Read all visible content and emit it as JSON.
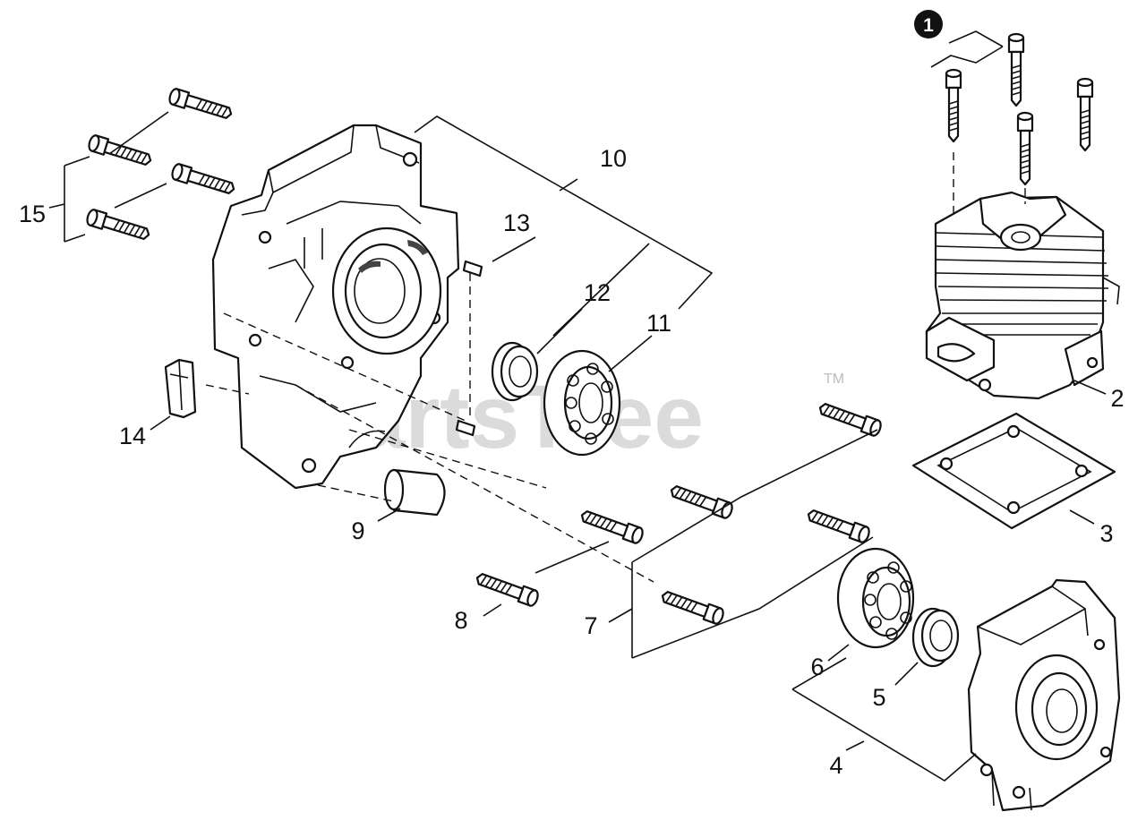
{
  "watermark": {
    "text": "PartsTree",
    "tm": "TM"
  },
  "badge": {
    "label": "1"
  },
  "callouts": [
    {
      "id": "2",
      "label": "2"
    },
    {
      "id": "3",
      "label": "3"
    },
    {
      "id": "4",
      "label": "4"
    },
    {
      "id": "5",
      "label": "5"
    },
    {
      "id": "6",
      "label": "6"
    },
    {
      "id": "7",
      "label": "7"
    },
    {
      "id": "8",
      "label": "8"
    },
    {
      "id": "9",
      "label": "9"
    },
    {
      "id": "10",
      "label": "10"
    },
    {
      "id": "11",
      "label": "11"
    },
    {
      "id": "12",
      "label": "12"
    },
    {
      "id": "13",
      "label": "13"
    },
    {
      "id": "14",
      "label": "14"
    },
    {
      "id": "15",
      "label": "15"
    }
  ]
}
